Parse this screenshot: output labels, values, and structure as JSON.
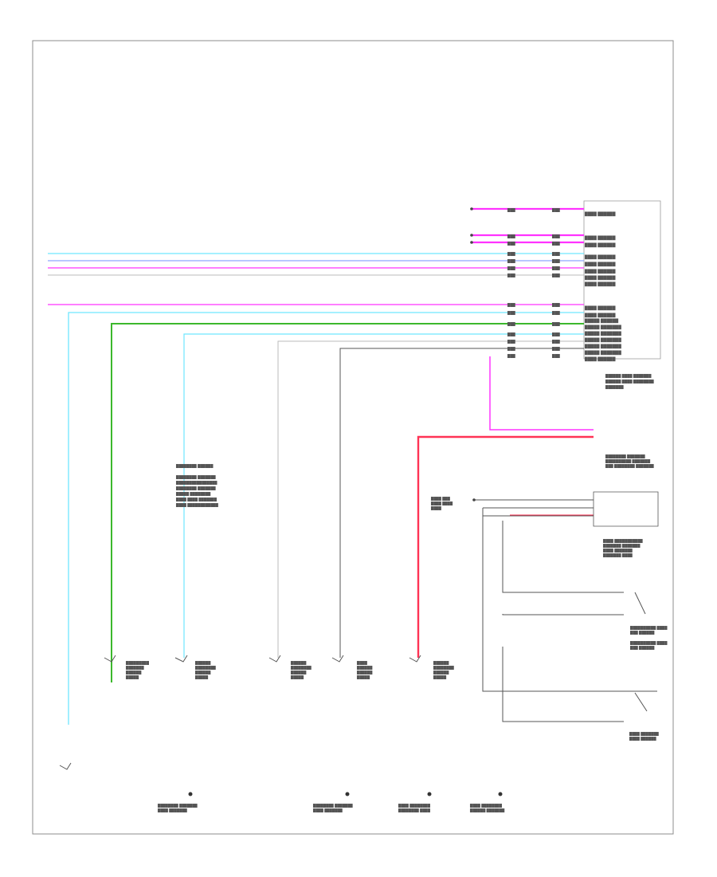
{
  "diagram": {
    "footer_label": "",
    "colors": {
      "pink": "#ff33ff",
      "light_blue": "#6fe6ff",
      "blue": "#8fa6ff",
      "red": "#ff3355",
      "green": "#3cb82d",
      "gray": "#bbbbbb",
      "dark_gray": "#555555"
    },
    "wires": [
      {
        "id": "top-pink-1",
        "color": "pink"
      },
      {
        "id": "top-pink-2",
        "color": "pink"
      },
      {
        "id": "top-pink-3",
        "color": "pink"
      },
      {
        "id": "left-light-blue",
        "color": "light_blue"
      },
      {
        "id": "left-blue",
        "color": "blue"
      },
      {
        "id": "left-pink",
        "color": "pink"
      },
      {
        "id": "left-gray",
        "color": "gray"
      },
      {
        "id": "long-pink",
        "color": "pink"
      },
      {
        "id": "vertical-light-blue-1",
        "color": "light_blue"
      },
      {
        "id": "vertical-green",
        "color": "green"
      },
      {
        "id": "vertical-light-blue-2",
        "color": "light_blue"
      },
      {
        "id": "vertical-gray",
        "color": "gray"
      },
      {
        "id": "vertical-dark-gray",
        "color": "dark_gray"
      },
      {
        "id": "bus-pink-drop",
        "color": "pink"
      },
      {
        "id": "sensor-red",
        "color": "red"
      },
      {
        "id": "right-lower-bus",
        "color": "dark_gray"
      }
    ]
  }
}
